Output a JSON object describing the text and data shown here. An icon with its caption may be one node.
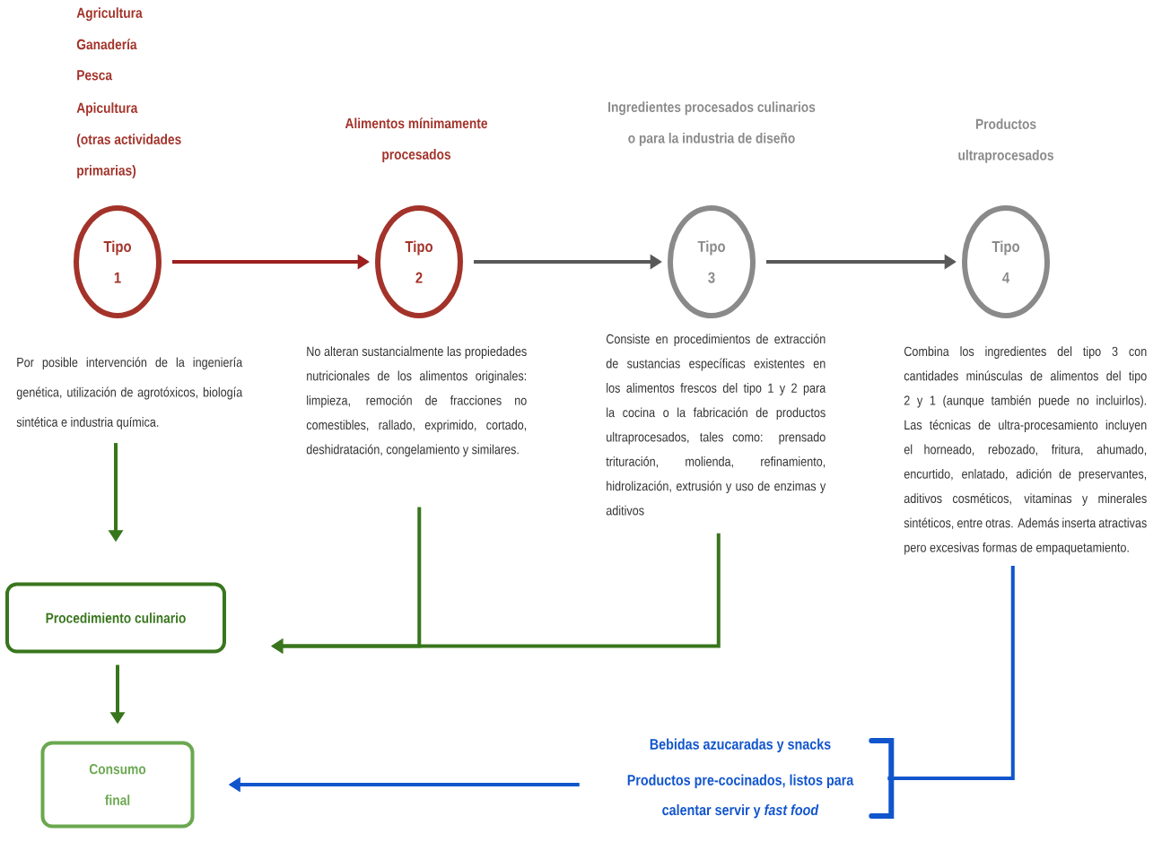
{
  "diagram": {
    "nodes": [
      {
        "text": [
          "Tipo 1"
        ]
      },
      {
        "text": [
          "Tipo 2"
        ]
      },
      {
        "text": [
          "Tipo 3"
        ]
      },
      {
        "text": [
          "Tipo 4"
        ]
      },
      {
        "text": [
          "Por posible intervención de la ingeniería genética, utilización de agrotóxicos, biología sintética e industria química."
        ]
      },
      {
        "text": [
          "No alteran sustancialmente las propiedades nutricionales de los alimentos originales: limpieza, remoción de fracciones no comestibles, rallado, exprimido, cortado, deshidratación, congelamiento y similares."
        ]
      },
      {
        "text": [
          "Consiste en procedimientos de extracción de sustancias específicas existentes en los alimentos frescos del tipo 1 y 2 para la cocina o la fabricación de productos ultraprocesados, tales como: prensado trituración, molienda, refinamiento, hidrolización, extrusión y uso de enzimas y aditivos"
        ]
      },
      {
        "text": [
          "Combina los ingredientes del tipo 3 con cantidades minúsculas de alimentos del tipo 2 y 1 (aunque también puede no incluirlos). Las técnicas de ultra-procesamiento incluyen el horneado, rebozado, fritura, ahumado, encurtido, enlatado, adición de preservantes, aditivos cosméticos, vitaminas y minerales sintéticos, entre otras. Además inserta atractivas pero excesivas formas de empaquetamiento."
        ]
      },
      {
        "text": [
          "Procedimiento culinario"
        ]
      },
      {
        "text": [
          "Consumo final"
        ]
      },
      {
        "text": [
          "Bebidas azucaradas y snacks",
          "Productos pre-cocinados, listos para calentar servir y *fast food*"
        ]
      }
    ],
    "edges": [
      {
        "from": 0,
        "to": 1,
        "arrow": "to",
        "color": "#9c1f1f"
      },
      {
        "from": 1,
        "to": 2,
        "arrow": "to",
        "color": "#595959"
      },
      {
        "from": 2,
        "to": 3,
        "arrow": "to",
        "color": "#595959"
      },
      {
        "from": 4,
        "to": 8,
        "arrow": "to"
      },
      {
        "from": 5,
        "to": 8,
        "arrow": "to"
      },
      {
        "from": 6,
        "to": 8,
        "arrow": "to"
      },
      {
        "from": 8,
        "to": 9,
        "arrow": "to"
      },
      {
        "from": 7,
        "to": 10,
        "arrow": "none",
        "color": "#1155cc"
      },
      {
        "from": 10,
        "to": 9,
        "arrow": "to",
        "color": "#1155cc"
      }
    ],
    "labels": [
      "Agricultura",
      "Ganadería",
      "Pesca",
      "Apicultura",
      "(otras actividades primarias)",
      "Alimentos mínimamente procesados",
      "Ingredientes procesados culinarios o para la industria de diseño",
      "Productos ultraprocesados"
    ]
  }
}
